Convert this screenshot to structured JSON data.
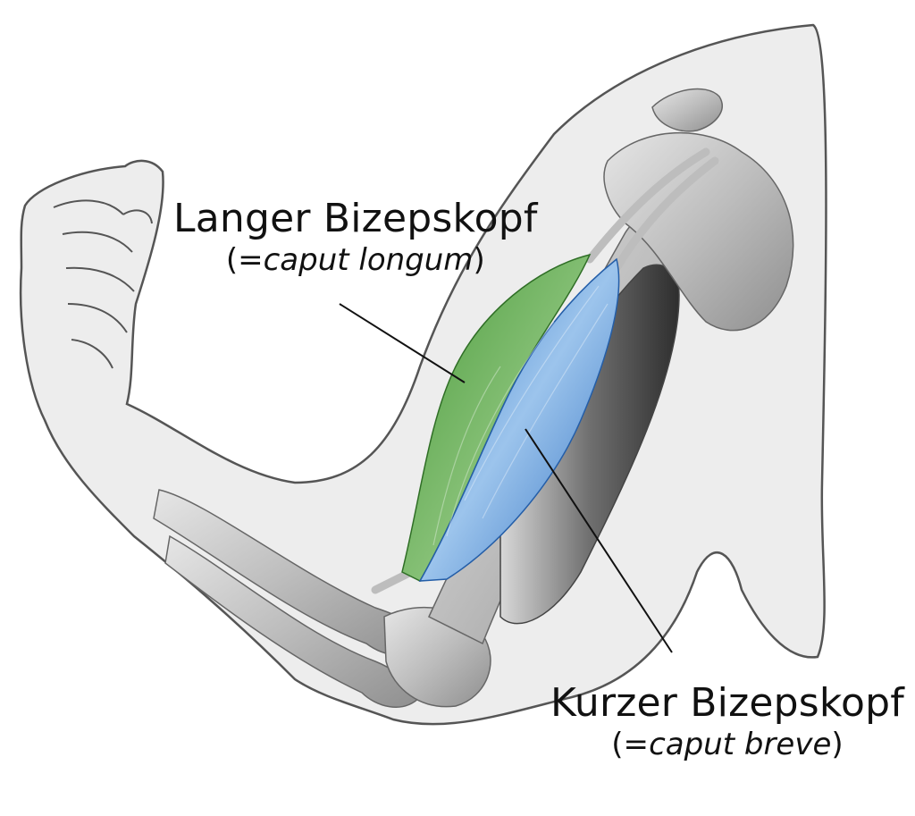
{
  "labels": {
    "long_head": {
      "title": "Langer Bizepskopf",
      "sub_prefix": "(=",
      "sub_italic": "caput longum",
      "sub_suffix": ")"
    },
    "short_head": {
      "title": "Kurzer Bizepskopf",
      "sub_prefix": "(=",
      "sub_italic": "caput breve",
      "sub_suffix": ")"
    }
  },
  "colors": {
    "long_head_muscle": "#5aa24a",
    "short_head_muscle": "#4a8fd6",
    "skin_fill": "#ededed",
    "outline": "#555555",
    "bone": "#c9c9c9",
    "muscle_gray": "#7a7a7a"
  }
}
